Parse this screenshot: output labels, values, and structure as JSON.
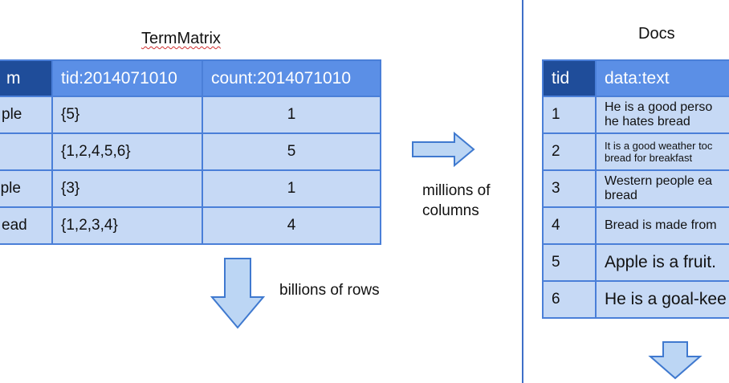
{
  "term_matrix": {
    "title": "TermMatrix",
    "headers": [
      "m",
      "tid:2014071010",
      "count:2014071010"
    ],
    "rows": [
      {
        "term": "ple",
        "tids": "{5}",
        "count": "1"
      },
      {
        "term": "",
        "tids": "{1,2,4,5,6}",
        "count": "5"
      },
      {
        "term": "ople",
        "tids": "{3}",
        "count": "1"
      },
      {
        "term": "ead",
        "tids": "{1,2,3,4}",
        "count": "4"
      }
    ]
  },
  "annotations": {
    "rows_label": "billions of rows",
    "columns_label_line1": "millions of",
    "columns_label_line2": "columns"
  },
  "docs": {
    "title": "Docs",
    "headers": [
      "tid",
      "data:text"
    ],
    "rows": [
      {
        "tid": "1",
        "text_line1": "He is a good perso",
        "text_line2": "he hates bread"
      },
      {
        "tid": "2",
        "text_line1": "It is a good weather toc",
        "text_line2": "bread for breakfast"
      },
      {
        "tid": "3",
        "text_line1": "Western people ea",
        "text_line2": "bread"
      },
      {
        "tid": "4",
        "text_line1": "Bread is made from",
        "text_line2": ""
      },
      {
        "tid": "5",
        "text_line1": "Apple is a fruit.",
        "text_line2": ""
      },
      {
        "tid": "6",
        "text_line1": "He is a goal-kee",
        "text_line2": ""
      }
    ]
  },
  "colors": {
    "header_blue": "#5b8fe6",
    "header_dark": "#1f4d9a",
    "cell_blue": "#c6d9f5",
    "border_blue": "#4a7fd8",
    "arrow_fill": "#bcd6f4",
    "arrow_stroke": "#3f79cf"
  },
  "icons": {
    "down_arrow": "down-arrow-icon",
    "right_arrow": "right-arrow-icon"
  }
}
